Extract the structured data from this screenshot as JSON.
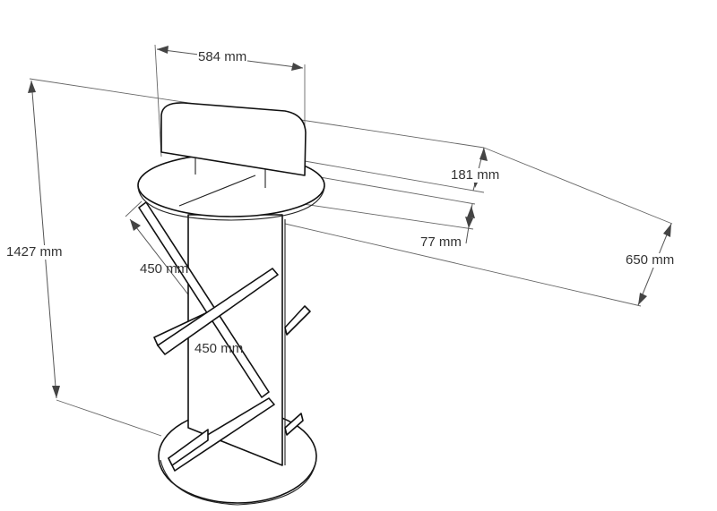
{
  "drawing": {
    "subject": "display-stand-isometric",
    "line_color": "#111111",
    "dimension_color": "#555555",
    "background": "#ffffff"
  },
  "dimensions": {
    "header_width": "584 mm",
    "overall_height": "1427 mm",
    "header_height": "181 mm",
    "top_disc_offset": "77 mm",
    "depth": "650 mm",
    "shelf_upper": "450 mm",
    "shelf_lower": "450 mm"
  }
}
